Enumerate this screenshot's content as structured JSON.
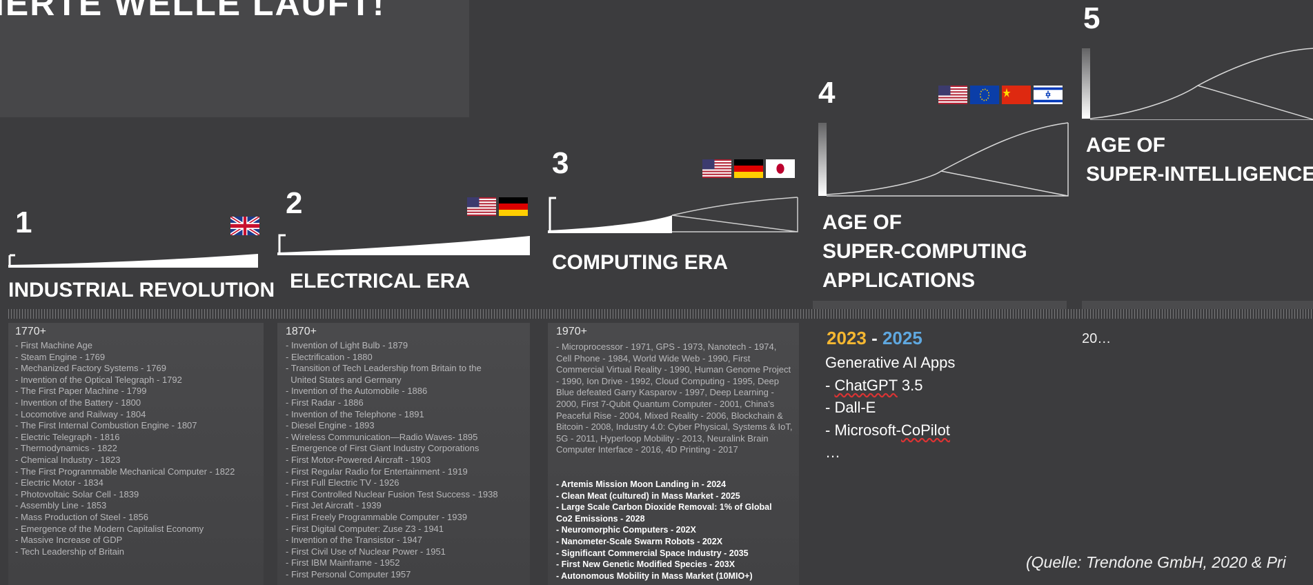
{
  "headline": "IERTE WELLE LÄUFT!",
  "eras": [
    {
      "number": "1",
      "title_lines": [
        "INDUSTRIAL REVOLUTION"
      ],
      "period": "1770+",
      "flags": [
        "uk-flag"
      ],
      "items": [
        "- First Machine Age",
        "- Steam Engine - 1769",
        "- Mechanized Factory Systems - 1769",
        "- Invention of the Optical Telegraph - 1792",
        "- The First Paper Machine - 1799",
        "- Invention of the Battery - 1800",
        "- Locomotive and Railway - 1804",
        "- The First Internal Combustion Engine - 1807",
        "- Electric Telegraph - 1816",
        "- Thermodynamics - 1822",
        "- Chemical Industry - 1823",
        "- The First Programmable Mechanical Computer - 1822",
        "- Electric Motor - 1834",
        "- Photovoltaic Solar Cell - 1839",
        "- Assembly Line - 1853",
        "- Mass Production of Steel - 1856",
        "- Emergence of the Modern Capitalist Economy",
        "- Massive Increase of GDP",
        "- Tech Leadership of Britain"
      ]
    },
    {
      "number": "2",
      "title_lines": [
        "ELECTRICAL ERA"
      ],
      "period": "1870+",
      "flags": [
        "us-flag",
        "de-flag"
      ],
      "items": [
        "- Invention of Light Bulb - 1879",
        "- Electrification - 1880",
        "- Transition of Tech Leadership from Britain to the",
        "  United States and Germany",
        "- Invention of the Automobile - 1886",
        "- First Radar - 1886",
        "- Invention of the Telephone - 1891",
        "- Diesel Engine - 1893",
        "- Wireless Communication—Radio Waves- 1895",
        "- Emergence of First Giant Industry Corporations",
        "- First Motor-Powered Aircraft - 1903",
        "- First Regular Radio for Entertainment - 1919",
        "- First Full Electric TV - 1926",
        "- First Controlled Nuclear Fusion Test Success - 1938",
        "- First Jet Aircraft - 1939",
        "- First Freely Programmable Computer - 1939",
        "- First Digital Computer: Zuse Z3 - 1941",
        "- Invention of the Transistor - 1947",
        "- First Civil Use of Nuclear Power - 1951",
        "- First IBM Mainframe - 1952",
        "- First Personal Computer 1957"
      ]
    },
    {
      "number": "3",
      "title_lines": [
        "COMPUTING ERA"
      ],
      "period": "1970+",
      "flags": [
        "us-flag",
        "de-flag",
        "jp-flag"
      ],
      "text": "- Microprocessor - 1971, GPS - 1973, Nanotech - 1974, Cell Phone - 1984, World Wide Web - 1990, First Commercial Virtual Reality - 1990, Human Genome Project - 1990, Ion Drive - 1992, Cloud Computing - 1995, Deep Blue defeated Garry Kasparov - 1997, Deep Learning - 2000, First 7-Qubit Quantum Computer - 2001, China's Peaceful Rise - 2004, Mixed Reality - 2006, Blockchain & Bitcoin - 2008, Industry 4.0: Cyber Physical, Systems & IoT, 5G - 2011, Hyperloop Mobility - 2013, Neuralink Brain Computer Interface - 2016, 4D Printing - 2017",
      "bold_items": [
        "- Artemis Mission Moon Landing in - 2024",
        "- Clean Meat (cultured) in Mass Market - 2025",
        "- Large Scale Carbon Dioxide Removal: 1% of Global",
        "  Co2 Emissions - 2028",
        "- Neuromorphic Computers - 202X",
        "- Nanometer-Scale Swarm Robots - 202X",
        "- Significant Commercial Space Industry - 2035",
        "- First New Genetic Modified Species - 203X",
        "- Autonomous Mobility in Mass Market (10MIO+)"
      ]
    },
    {
      "number": "4",
      "title_lines": [
        "AGE OF",
        "SUPER-COMPUTING",
        "APPLICATIONS"
      ],
      "flags": [
        "us-flag",
        "eu-flag",
        "cn-flag",
        "il-flag"
      ],
      "year_start": "2023",
      "year_sep": " - ",
      "year_end": "2025",
      "heading": "Generative AI Apps",
      "apps": [
        {
          "pre": "- ",
          "main": "ChatGPT",
          "post": " 3.5"
        },
        {
          "pre": "- ",
          "main": "",
          "post": "Dall-E"
        },
        {
          "pre": "- Microsoft-",
          "main": "CoPilot",
          "post": ""
        },
        {
          "pre": "…",
          "main": "",
          "post": ""
        }
      ]
    },
    {
      "number": "5",
      "title_lines": [
        "AGE OF",
        "SUPER-INTELLIGENCE"
      ],
      "period": "20…"
    }
  ],
  "source": "(Quelle: Trendone GmbH, 2020 & Pri",
  "colors": {
    "year_start": "#f5b731",
    "year_end": "#5fa8e0",
    "background": "#3c3c3e"
  }
}
